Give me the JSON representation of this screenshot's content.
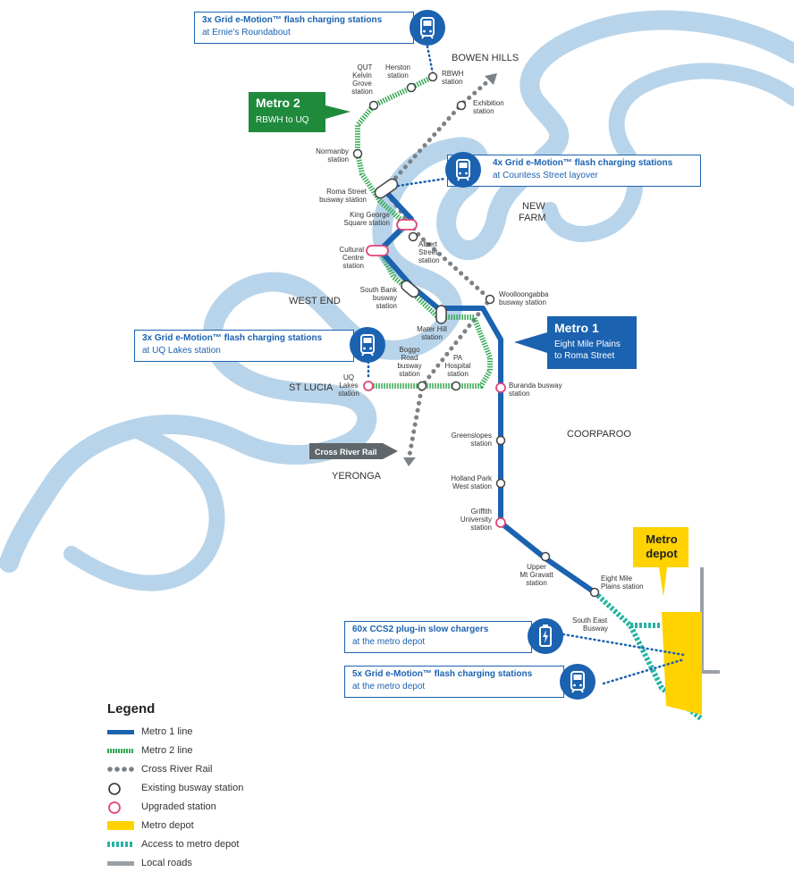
{
  "colors": {
    "river": "#b8d4ea",
    "metro1": "#1b62b0",
    "metro2": "#35a853",
    "cross_river_rail": "#7b8287",
    "depot": "#ffd200",
    "depot_access": "#27b3a2",
    "local_roads": "#9aa0a6",
    "upgraded_station": "#e0457b",
    "callout_blue": "#1b62b0",
    "metro2_label_bg": "#1f8a3c",
    "crr_label_bg": "#5f676c"
  },
  "callouts": {
    "ernies": {
      "title": "3x Grid e-Motion™ flash charging stations",
      "sub": "at Ernie’s Roundabout",
      "icon": "bus-charger-icon"
    },
    "countess": {
      "title": "4x Grid e-Motion™ flash charging stations",
      "sub": "at Countess Street layover",
      "icon": "bus-charger-icon"
    },
    "uq_lakes": {
      "title": "3x Grid e-Motion™ flash charging stations",
      "sub": "at UQ Lakes station",
      "icon": "bus-charger-icon"
    },
    "ccs2": {
      "title": "60x CCS2 plug-in slow chargers",
      "sub": "at the metro depot",
      "icon": "battery-plug-icon"
    },
    "depot_flash": {
      "title": "5x Grid e-Motion™ flash charging stations",
      "sub": "at the metro depot",
      "icon": "bus-charger-icon"
    }
  },
  "lines": {
    "metro2": {
      "title": "Metro 2",
      "sub": "RBWH to UQ"
    },
    "metro1": {
      "title": "Metro 1",
      "sub_line1": "Eight Mile Plains",
      "sub_line2": "to Roma Street"
    },
    "cross_river_rail": "Cross River Rail",
    "depot_line1": "Metro",
    "depot_line2": "depot"
  },
  "suburbs": {
    "bowen_hills": "BOWEN HILLS",
    "new_farm_1": "NEW",
    "new_farm_2": "FARM",
    "west_end": "WEST END",
    "st_lucia": "ST LUCIA",
    "coorparoo": "COORPAROO",
    "yeronga": "YERONGA"
  },
  "stations": {
    "qut_1": "QUT",
    "qut_2": "Kelvin",
    "qut_3": "Grove",
    "qut_4": "station",
    "herston_1": "Herston",
    "herston_2": "station",
    "rbwh_1": "RBWH",
    "rbwh_2": "station",
    "exhibition_1": "Exhibition",
    "exhibition_2": "station",
    "normanby_1": "Normanby",
    "normanby_2": "station",
    "roma_1": "Roma Street",
    "roma_2": "busway station",
    "kg_1": "King George",
    "kg_2": "Square station",
    "albert_1": "Albert",
    "albert_2": "Street",
    "albert_3": "station",
    "cultural_1": "Cultural",
    "cultural_2": "Centre",
    "cultural_3": "station",
    "southbank_1": "South Bank",
    "southbank_2": "busway",
    "southbank_3": "station",
    "woolloongabba_1": "Woolloongabba",
    "woolloongabba_2": "busway station",
    "mater_1": "Mater Hill",
    "mater_2": "station",
    "boggo_1": "Boggo",
    "boggo_2": "Road",
    "boggo_3": "busway",
    "boggo_4": "station",
    "pa_1": "PA",
    "pa_2": "Hospital",
    "pa_3": "station",
    "uq_1": "UQ",
    "uq_2": "Lakes",
    "uq_3": "station",
    "buranda_1": "Buranda busway",
    "buranda_2": "station",
    "greenslopes_1": "Greenslopes",
    "greenslopes_2": "station",
    "hollandpark_1": "Holland Park",
    "hollandpark_2": "West station",
    "griffith_1": "Griffith",
    "griffith_2": "University",
    "griffith_3": "station",
    "umg_1": "Upper",
    "umg_2": "Mt Gravatt",
    "umg_3": "station",
    "emp_1": "Eight Mile",
    "emp_2": "Plains station",
    "seb_1": "South East",
    "seb_2": "Busway"
  },
  "legend": {
    "title": "Legend",
    "items": [
      {
        "label": "Metro 1 line",
        "symbol": "metro1"
      },
      {
        "label": "Metro 2 line",
        "symbol": "metro2"
      },
      {
        "label": "Cross River Rail",
        "symbol": "crr"
      },
      {
        "label": "Existing busway station",
        "symbol": "existing"
      },
      {
        "label": "Upgraded station",
        "symbol": "upgraded"
      },
      {
        "label": "Metro depot",
        "symbol": "depot"
      },
      {
        "label": "Access to metro depot",
        "symbol": "access"
      },
      {
        "label": "Local roads",
        "symbol": "roads"
      }
    ]
  }
}
